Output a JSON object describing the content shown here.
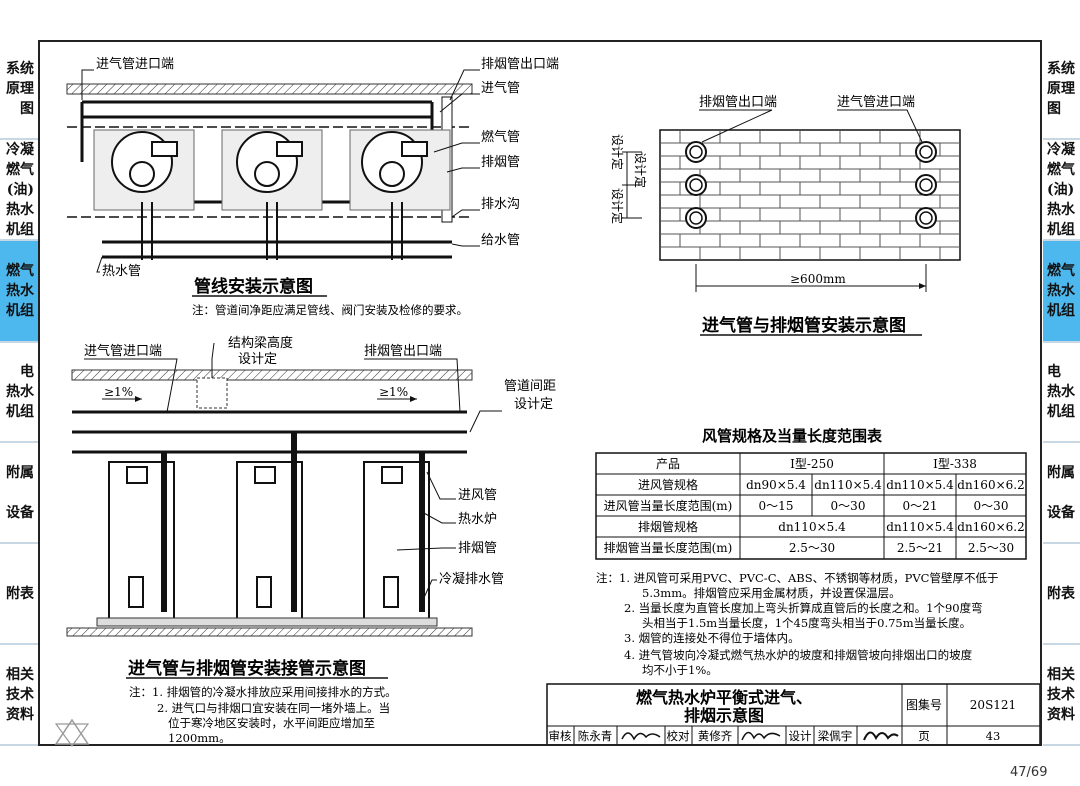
{
  "tabs": [
    {
      "label": "系统\n原理\n图",
      "active": false
    },
    {
      "label": "冷凝\n燃气\n(油)\n热水\n机组",
      "active": false
    },
    {
      "label": "燃气\n热水\n机组",
      "active": true
    },
    {
      "label": "电\n热水\n机组",
      "active": false
    },
    {
      "label": "附属\n\n设备",
      "active": false
    },
    {
      "label": "附表",
      "active": false
    },
    {
      "label": "相关\n技术\n资料",
      "active": false
    }
  ],
  "colors": {
    "active_tab": "#4db8ee",
    "tab_divider": "#c7d7e3"
  },
  "top_left": {
    "labels": {
      "air_inlet": "进气管进口端",
      "flue_outlet": "排烟管出口端",
      "air_pipe": "进气管",
      "gas_pipe": "燃气管",
      "flue_pipe": "排烟管",
      "drain": "排水沟",
      "water_supply": "给水管",
      "hot_water": "热水管"
    },
    "title": "管线安装示意图",
    "note": "注：管道间净距应满足管线、阀门安装及检修的要求。"
  },
  "top_right": {
    "labels": {
      "flue_outlet": "排烟管出口端",
      "air_inlet": "进气管进口端",
      "design_fixed_1": "设计定",
      "design_fixed_2": "设计定",
      "design_fixed_3": "设计定",
      "min_spacing": "≥600mm"
    },
    "title": "进气管与排烟管安装示意图"
  },
  "bottom_left": {
    "labels": {
      "air_inlet": "进气管进口端",
      "beam_height": "结构梁高度",
      "design_fixed": "设计定",
      "flue_outlet": "排烟管出口端",
      "slope_1": "≥1%",
      "slope_2": "≥1%",
      "pipe_spacing": "管道间距",
      "pipe_spacing_2": "设计定",
      "air_duct": "进风管",
      "water_heater": "热水炉",
      "flue_pipe": "排烟管",
      "condensate": "冷凝排水管"
    },
    "title": "进气管与排烟管安装接管示意图",
    "notes": [
      "注：1. 排烟管的冷凝水排放应采用间接排水的方式。",
      "2. 进气口与排烟口宜安装在同一堵外墙上。当",
      "位于寒冷地区安装时，水平间距应增加至",
      "1200mm。"
    ]
  },
  "table": {
    "title": "风管规格及当量长度范围表",
    "header": [
      "产品",
      "Ⅰ型-250",
      "Ⅰ型-338"
    ],
    "rows": [
      [
        "进风管规格",
        "dn90×5.4",
        "dn110×5.4",
        "dn110×5.4",
        "dn160×6.2"
      ],
      [
        "进风管当量长度范围(m)",
        "0～15",
        "0～30",
        "0～21",
        "0～30"
      ],
      [
        "排烟管规格",
        "dn110×5.4",
        "dn110×5.4",
        "dn160×6.2"
      ],
      [
        "排烟管当量长度范围(m)",
        "2.5～30",
        "2.5～21",
        "2.5～30"
      ]
    ]
  },
  "right_notes": [
    "注：1. 进风管可采用PVC、PVC-C、ABS、不锈钢等材质，PVC管壁厚不低于",
    "5.3mm。排烟管应采用金属材质，并设置保温层。",
    "2. 当量长度为直管长度加上弯头折算成直管后的长度之和。1个90度弯",
    "头相当于1.5m当量长度，1个45度弯头相当于0.75m当量长度。",
    "3. 烟管的连接处不得位于墙体内。",
    "4. 进气管坡向冷凝式燃气热水炉的坡度和排烟管坡向排烟出口的坡度",
    "均不小于1%。"
  ],
  "title_block": {
    "title_line1": "燃气热水炉平衡式进气、",
    "title_line2": "排烟示意图",
    "atlas_label": "图集号",
    "atlas_no": "20S121",
    "review_label": "审核",
    "reviewer": "陈永青",
    "check_label": "校对",
    "checker": "黄修齐",
    "design_label": "设计",
    "designer": "梁佩宇",
    "page_label": "页",
    "page_no": "43"
  },
  "viewer": {
    "page_indicator": "47/69"
  }
}
